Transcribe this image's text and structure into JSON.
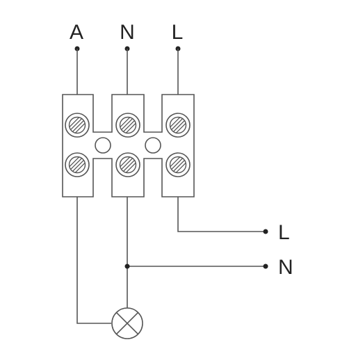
{
  "top_terminals": [
    {
      "id": "A",
      "label": "A"
    },
    {
      "id": "N",
      "label": "N"
    },
    {
      "id": "L",
      "label": "L"
    }
  ],
  "outputs": [
    {
      "id": "L",
      "label": "L"
    },
    {
      "id": "N",
      "label": "N"
    }
  ],
  "colors": {
    "line": "#555555",
    "text": "#222222",
    "background": "#ffffff"
  },
  "icons": {
    "terminal_screw": "screw-icon",
    "lamp": "lamp-icon"
  }
}
